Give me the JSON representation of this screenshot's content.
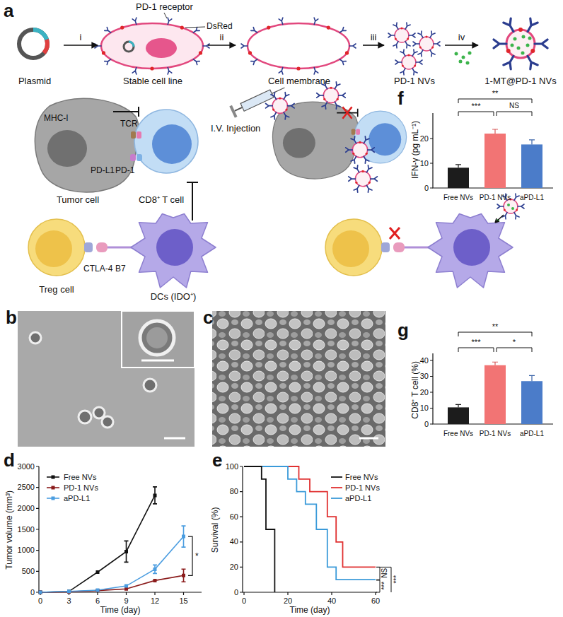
{
  "diagram": {
    "nodes": [
      {
        "text": [
          "Plasmid"
        ]
      },
      {
        "text": [
          "Stable cell line"
        ]
      },
      {
        "text": [
          "Cell membrane"
        ]
      },
      {
        "text": [
          "PD-1 NVs"
        ]
      },
      {
        "text": [
          "1-MT@PD-1 NVs"
        ]
      }
    ],
    "edges": [
      {
        "from": 0,
        "to": 1,
        "arrow": "to",
        "label": "i"
      },
      {
        "from": 1,
        "to": 2,
        "arrow": "to",
        "label": "ii"
      },
      {
        "from": 2,
        "to": 3,
        "arrow": "to",
        "label": "iii"
      },
      {
        "from": 3,
        "to": 4,
        "arrow": "to",
        "label": "iv"
      }
    ],
    "labels": [
      "a",
      "PD-1 receptor",
      "DsRed",
      "MHC-I",
      "TCR",
      "PD-L1",
      "PD-1",
      "Tumor cell",
      "CD8⁺ T cell",
      "I.V. Injection",
      "Treg cell",
      "CTLA-4",
      "B7",
      "DCs (IDO⁺)",
      "b",
      "c",
      "d",
      "e",
      "f",
      "g",
      "IFN-γ (pg mL⁻¹)",
      "0",
      "10",
      "20",
      "Free NVs",
      "PD-1 NVs",
      "aPD-L1",
      "**",
      "***",
      "NS",
      "CD8⁺ T cell (%)",
      "0",
      "10",
      "20",
      "30",
      "40",
      "Free NVs",
      "PD-1 NVs",
      "aPD-L1",
      "**",
      "***",
      "*",
      "Tumor volume (mm³)",
      "0",
      "500",
      "1000",
      "1500",
      "2000",
      "2500",
      "3000",
      "0",
      "3",
      "6",
      "9",
      "12",
      "15",
      "Time (day)",
      "*",
      "Survival (%)",
      "0",
      "20",
      "40",
      "60",
      "80",
      "100",
      "0",
      "20",
      "40",
      "60",
      "Time (day)",
      "NS",
      "***",
      "***"
    ],
    "legend": [
      {
        "text": "Free NVs"
      },
      {
        "text": "PD-1 NVs"
      },
      {
        "text": "aPD-L1"
      },
      {
        "text": "Free NVs"
      },
      {
        "text": "PD-1 NVs"
      },
      {
        "text": "aPD-L1"
      }
    ]
  }
}
